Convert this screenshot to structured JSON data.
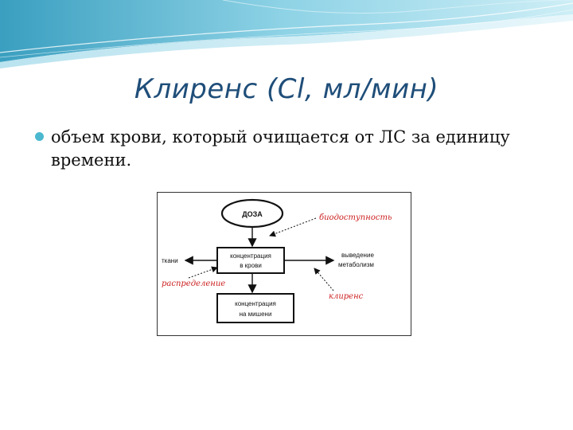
{
  "slide": {
    "title": "Клиренс (Cl, мл/мин)",
    "bullet": "объем крови, который очищается от ЛС за единицу времени."
  },
  "diagram": {
    "dose": "ДОЗА",
    "blood_conc_line1": "концентрация",
    "blood_conc_line2": "в крови",
    "target_conc_line1": "концентрация",
    "target_conc_line2": "на мишени",
    "tissues": "ткани",
    "excretion_line1": "выведение",
    "excretion_line2": "метаболизм",
    "bioavailability": "биодоступность",
    "distribution": "распределение",
    "clearance": "клиренс"
  },
  "colors": {
    "title": "#1f4e79",
    "accent": "#4bb8cf",
    "annotation": "#cc1f1f"
  }
}
